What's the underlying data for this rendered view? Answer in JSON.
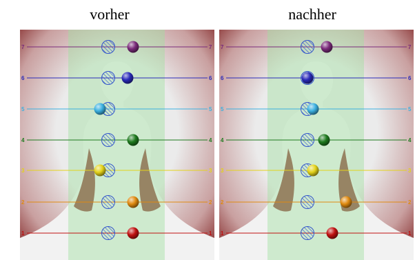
{
  "panels": [
    {
      "title": "vorher",
      "markers": [
        {
          "level": 7,
          "ball_offset": 0.6,
          "ghost_offset": -0.3
        },
        {
          "level": 6,
          "ball_offset": 0.4,
          "ghost_offset": -0.3
        },
        {
          "level": 5,
          "ball_offset": -0.6,
          "ghost_offset": -0.3
        },
        {
          "level": 4,
          "ball_offset": 0.6,
          "ghost_offset": -0.3
        },
        {
          "level": 3,
          "ball_offset": -0.6,
          "ghost_offset": -0.3
        },
        {
          "level": 2,
          "ball_offset": 0.6,
          "ghost_offset": -0.3
        },
        {
          "level": 1,
          "ball_offset": 0.6,
          "ghost_offset": -0.3
        }
      ]
    },
    {
      "title": "nachher",
      "markers": [
        {
          "level": 7,
          "ball_offset": 0.4,
          "ghost_offset": -0.3
        },
        {
          "level": 6,
          "ball_offset": -0.3,
          "ghost_offset": -0.3
        },
        {
          "level": 5,
          "ball_offset": -0.1,
          "ghost_offset": -0.3
        },
        {
          "level": 4,
          "ball_offset": 0.3,
          "ghost_offset": -0.3
        },
        {
          "level": 3,
          "ball_offset": -0.1,
          "ghost_offset": -0.3
        },
        {
          "level": 2,
          "ball_offset": 1.1,
          "ghost_offset": -0.3
        },
        {
          "level": 1,
          "ball_offset": 0.6,
          "ghost_offset": -0.3
        }
      ]
    }
  ],
  "levels": [
    {
      "label": "7",
      "color": "#7a2a7a"
    },
    {
      "label": "6",
      "color": "#2a2ab8"
    },
    {
      "label": "5",
      "color": "#3bb0e0"
    },
    {
      "label": "4",
      "color": "#1e7a1e"
    },
    {
      "label": "3",
      "color": "#e3d21a"
    },
    {
      "label": "2",
      "color": "#e08a10"
    },
    {
      "label": "1",
      "color": "#c01010"
    }
  ]
}
